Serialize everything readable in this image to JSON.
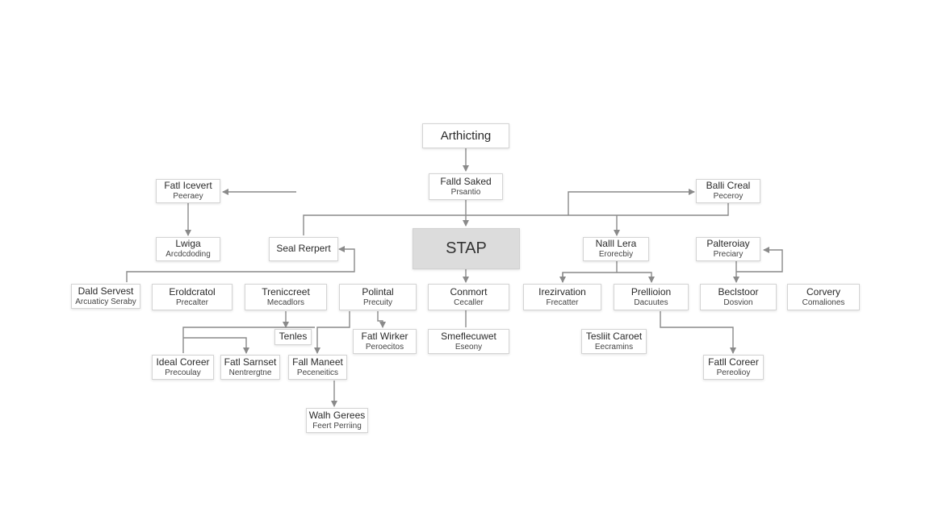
{
  "nodes": [
    {
      "id": "root",
      "line1": "Arthicting",
      "line2": ""
    },
    {
      "id": "n2",
      "line1": "Falld Saked",
      "line2": "Prsantio"
    },
    {
      "id": "n3",
      "line1": "Fatl Icevert",
      "line2": "Peeraey"
    },
    {
      "id": "n4",
      "line1": "Balli Creal",
      "line2": "Peceroy"
    },
    {
      "id": "n5",
      "line1": "Lwiga",
      "line2": "Arcdcdoding"
    },
    {
      "id": "n6",
      "line1": "Seal Rerpert",
      "line2": ""
    },
    {
      "id": "center",
      "line1": "STAP",
      "line2": ""
    },
    {
      "id": "n8",
      "line1": "Nalll Lera",
      "line2": "Erorecbiy"
    },
    {
      "id": "n9",
      "line1": "Palteroiay",
      "line2": "Preciary"
    },
    {
      "id": "n10",
      "line1": "Dald Servest",
      "line2": "Arcuaticy Seraby"
    },
    {
      "id": "n11",
      "line1": "Eroldcratol",
      "line2": "Precalter"
    },
    {
      "id": "n12",
      "line1": "Treniccreet",
      "line2": "Mecadlors"
    },
    {
      "id": "n13",
      "line1": "Polintal",
      "line2": "Precuity"
    },
    {
      "id": "n14",
      "line1": "Conmort",
      "line2": "Cecaller"
    },
    {
      "id": "n15",
      "line1": "Irezirvation",
      "line2": "Frecatter"
    },
    {
      "id": "n16",
      "line1": "Prellioion",
      "line2": "Dacuutes"
    },
    {
      "id": "n17",
      "line1": "Beclstoor",
      "line2": "Dosvion"
    },
    {
      "id": "n18",
      "line1": "Corvery",
      "line2": "Comaliones"
    },
    {
      "id": "n19",
      "line1": "Tenles",
      "line2": ""
    },
    {
      "id": "n20",
      "line1": "Fatl Wirker",
      "line2": "Peroecitos"
    },
    {
      "id": "n21",
      "line1": "Smeflecuwet",
      "line2": "Eseony"
    },
    {
      "id": "n22",
      "line1": "Tesliit Caroet",
      "line2": "Eecramins"
    },
    {
      "id": "n23",
      "line1": "Ideal Coreer",
      "line2": "Precoulay"
    },
    {
      "id": "n24",
      "line1": "Fatl Sarnset",
      "line2": "Nentrergtne"
    },
    {
      "id": "n25",
      "line1": "Fall Maneet",
      "line2": "Peceneitics"
    },
    {
      "id": "n26",
      "line1": "Fatll Coreer",
      "line2": "Pereolioy"
    },
    {
      "id": "n27",
      "line1": "Walh Gerees",
      "line2": "Feert Perriing"
    }
  ]
}
